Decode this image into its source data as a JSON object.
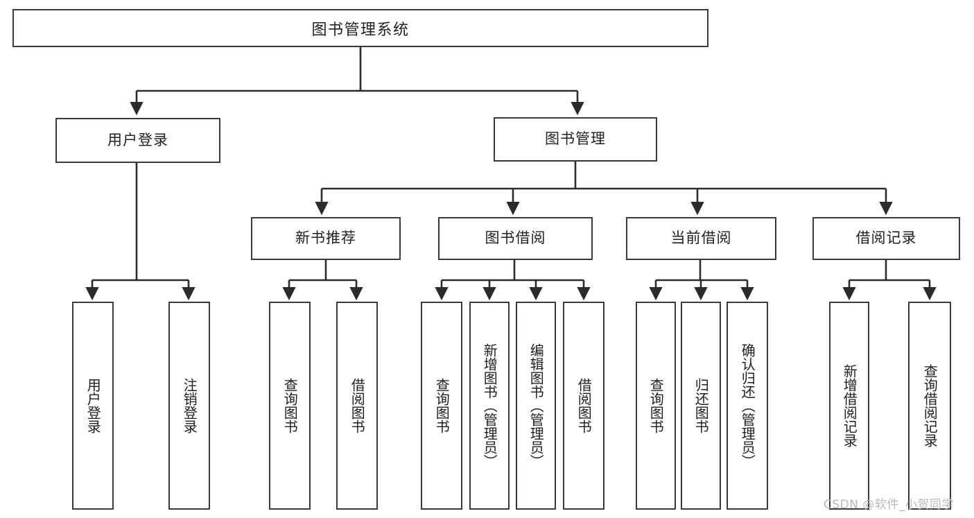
{
  "diagram": {
    "type": "tree",
    "title": "图书管理系统",
    "root": {
      "label": "图书管理系统"
    },
    "level1": [
      {
        "label": "用户登录"
      },
      {
        "label": "图书管理"
      }
    ],
    "level2": [
      {
        "label": "新书推荐",
        "parent": "图书管理"
      },
      {
        "label": "图书借阅",
        "parent": "图书管理"
      },
      {
        "label": "当前借阅",
        "parent": "图书管理"
      },
      {
        "label": "借阅记录",
        "parent": "图书管理"
      }
    ],
    "leaves": {
      "user_login": [
        {
          "label": "用户登录"
        },
        {
          "label": "注销登录"
        }
      ],
      "new_book_recommend": [
        {
          "label": "查询图书"
        },
        {
          "label": "借阅图书"
        }
      ],
      "book_borrow": [
        {
          "label": "查询图书"
        },
        {
          "label": "新增图书（管理员）"
        },
        {
          "label": "编辑图书（管理员）"
        },
        {
          "label": "借阅图书"
        }
      ],
      "current_borrow": [
        {
          "label": "查询图书"
        },
        {
          "label": "归还图书"
        },
        {
          "label": "确认归还（管理员）"
        }
      ],
      "borrow_record": [
        {
          "label": "新增借阅记录"
        },
        {
          "label": "查询借阅记录"
        }
      ]
    }
  },
  "watermark": {
    "text": "CSDN @软件_小贺同学"
  },
  "colors": {
    "box_border": "#3a3a3a",
    "box_fill": "#ffffff",
    "wire": "#2b2b2b",
    "text": "#1f1f1f",
    "watermark": "#b9b9b9"
  }
}
